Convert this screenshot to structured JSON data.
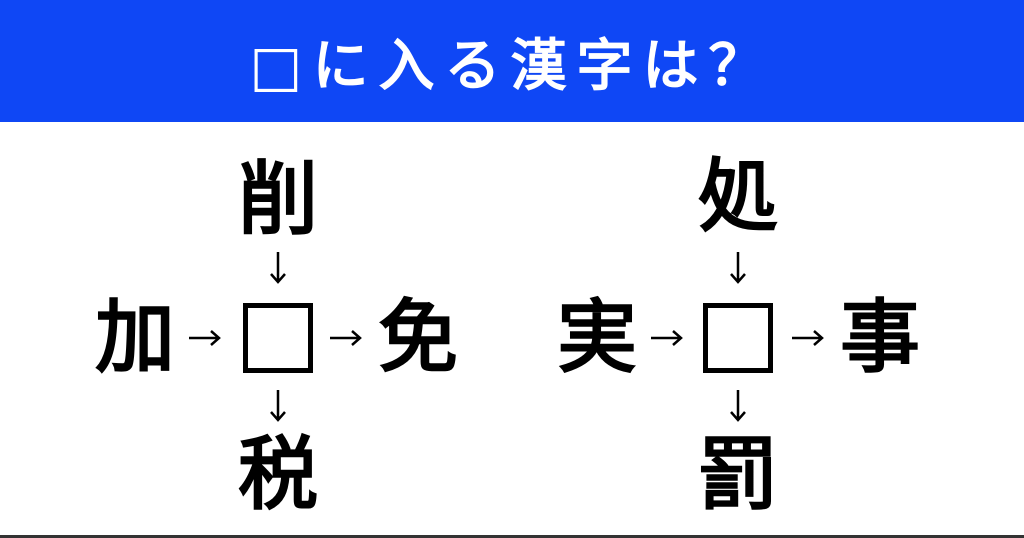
{
  "header": {
    "title": "□に入る漢字は？",
    "background_color": "#0f47f5"
  },
  "puzzles": [
    {
      "top": "削",
      "left": "加",
      "right": "免",
      "bottom": "税"
    },
    {
      "top": "処",
      "left": "実",
      "right": "事",
      "bottom": "罰"
    }
  ]
}
